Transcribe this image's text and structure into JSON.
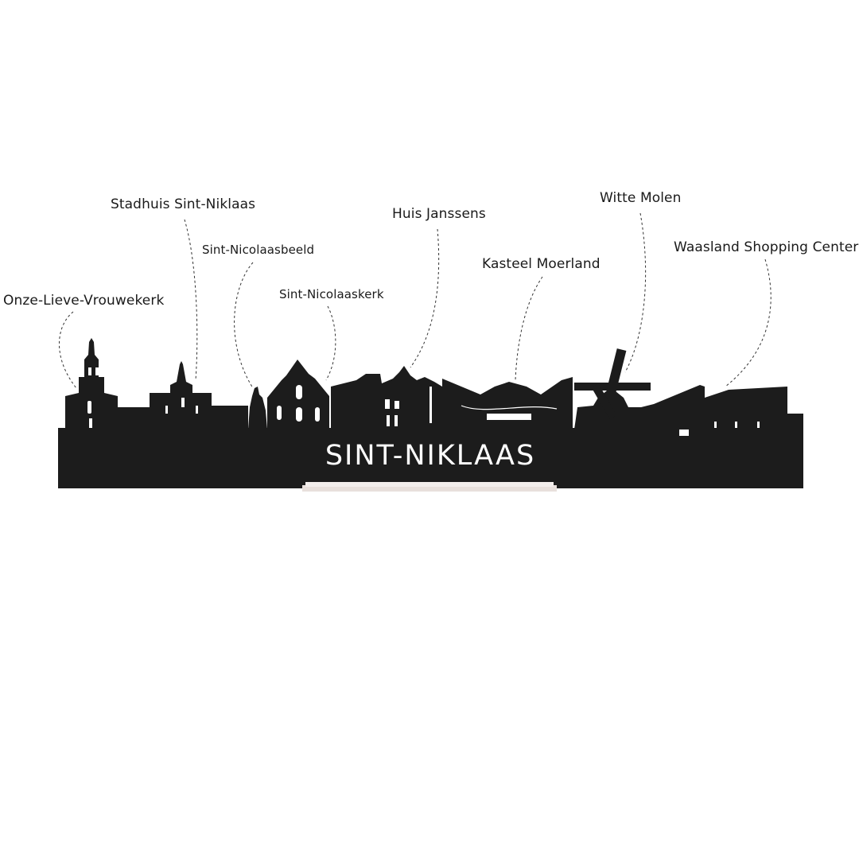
{
  "title": "SINT-NIKLAAS",
  "landmarks": [
    {
      "id": "onze-lieve-vrouwekerk",
      "label": "Onze-Lieve-Vrouwekerk"
    },
    {
      "id": "stadhuis",
      "label": "Stadhuis Sint-Niklaas"
    },
    {
      "id": "sint-nicolaasbeeld",
      "label": "Sint-Nicolaasbeeld"
    },
    {
      "id": "sint-nicolaaskerk",
      "label": "Sint-Nicolaaskerk"
    },
    {
      "id": "huis-janssens",
      "label": "Huis Janssens"
    },
    {
      "id": "kasteel-moerland",
      "label": "Kasteel Moerland"
    },
    {
      "id": "witte-molen",
      "label": "Witte Molen"
    },
    {
      "id": "waasland",
      "label": "Waasland Shopping Center"
    }
  ],
  "colors": {
    "silhouette": "#1c1c1c",
    "text": "#1a1a1a",
    "stand": "#e8e0dc"
  }
}
